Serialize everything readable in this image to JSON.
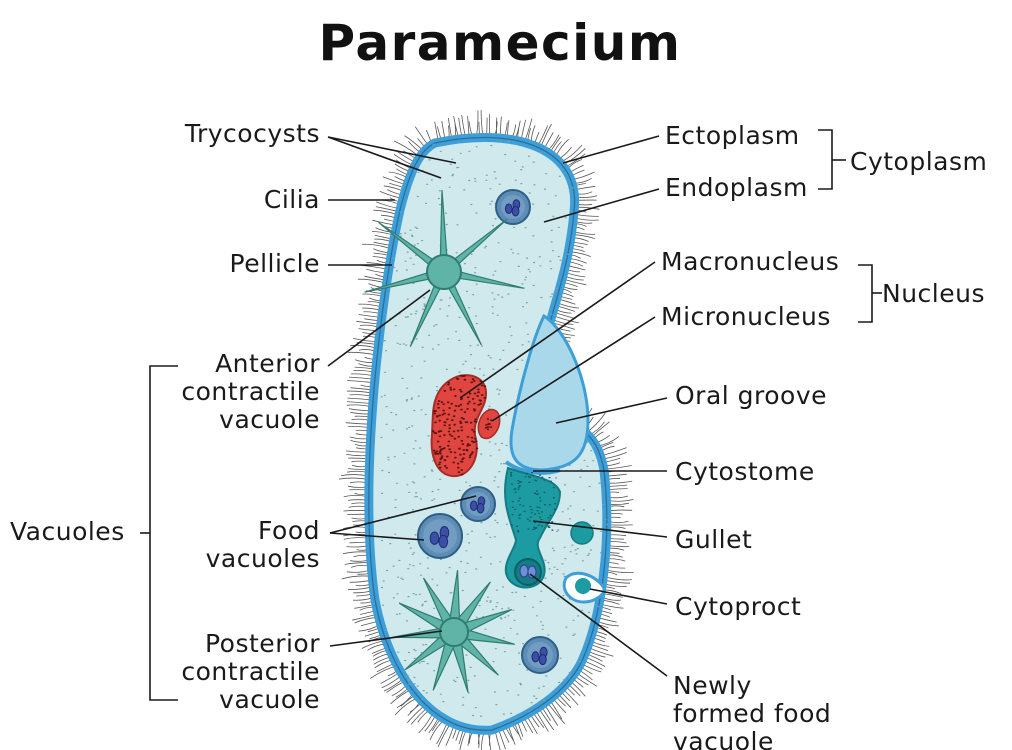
{
  "title": "Paramecium",
  "labels": {
    "trycocysts": "Trycocysts",
    "cilia": "Cilia",
    "pellicle": "Pellicle",
    "anterior_cv": [
      "Anterior",
      "contractile",
      "vacuole"
    ],
    "vacuoles": "Vacuoles",
    "food_vacuoles": [
      "Food",
      "vacuoles"
    ],
    "posterior_cv": [
      "Posterior",
      "contractile",
      "vacuole"
    ],
    "ectoplasm": "Ectoplasm",
    "endoplasm": "Endoplasm",
    "cytoplasm": "Cytoplasm",
    "macronucleus": "Macronucleus",
    "micronucleus": "Micronucleus",
    "nucleus": "Nucleus",
    "oral_groove": "Oral groove",
    "cytostome": "Cytostome",
    "gullet": "Gullet",
    "cytoproct": "Cytoproct",
    "newly_formed": [
      "Newly",
      "formed food",
      "vacuole"
    ]
  },
  "colors": {
    "cytoplasm_fill": "#cfe9ec",
    "pellicle_stroke": "#3e9fd8",
    "oral_groove_fill": "#a9d8ea",
    "macronucleus_fill": "#e0463f",
    "gullet_fill": "#1c9ba2",
    "vacuole_fill": "#5d8db6",
    "contractile_vacuole_fill": "#5fb3a7",
    "cilia": "#333333"
  }
}
